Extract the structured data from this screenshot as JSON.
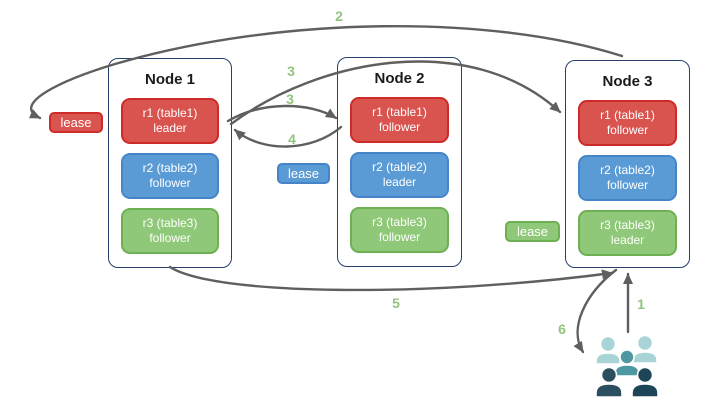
{
  "palette": {
    "red": {
      "fill": "#D9534F",
      "border": "#CD2B27"
    },
    "blue": {
      "fill": "#5B9BD5",
      "border": "#4585C7"
    },
    "green": {
      "fill": "#8FC878",
      "border": "#6FB054"
    },
    "node_border": "#27406B",
    "arrow": "#5F5F5F",
    "step_label": "#93C47D",
    "users_light": "#A9D4D6",
    "users_medium": "#4E98A1",
    "users_dark_left": "#2C4F60",
    "users_dark_right": "#1E4557"
  },
  "nodes": [
    {
      "title": "Node 1",
      "replicas": [
        {
          "name": "r1 (table1)",
          "role": "leader",
          "color": "red"
        },
        {
          "name": "r2 (table2)",
          "role": "follower",
          "color": "blue"
        },
        {
          "name": "r3 (table3)",
          "role": "follower",
          "color": "green"
        }
      ]
    },
    {
      "title": "Node 2",
      "replicas": [
        {
          "name": "r1 (table1)",
          "role": "follower",
          "color": "red"
        },
        {
          "name": "r2 (table2)",
          "role": "leader",
          "color": "blue"
        },
        {
          "name": "r3 (table3)",
          "role": "follower",
          "color": "green"
        }
      ]
    },
    {
      "title": "Node 3",
      "replicas": [
        {
          "name": "r1 (table1)",
          "role": "follower",
          "color": "red"
        },
        {
          "name": "r2 (table2)",
          "role": "follower",
          "color": "blue"
        },
        {
          "name": "r3 (table3)",
          "role": "leader",
          "color": "green"
        }
      ]
    }
  ],
  "leases": [
    {
      "label": "lease",
      "color": "red"
    },
    {
      "label": "lease",
      "color": "blue"
    },
    {
      "label": "lease",
      "color": "green"
    }
  ],
  "steps": {
    "s1": "1",
    "s2": "2",
    "s3a": "3",
    "s3b": "3",
    "s4": "4",
    "s5": "5",
    "s6": "6"
  },
  "edges": [
    {
      "step": "1",
      "from": "clients",
      "to": "node3-r3-leader"
    },
    {
      "step": "2",
      "from": "node3",
      "to": "lease-red"
    },
    {
      "step": "3",
      "from": "node1-r1-leader",
      "to": "node3-r1-follower"
    },
    {
      "step": "3",
      "from": "node1-r1-leader",
      "to": "node2-r1-follower"
    },
    {
      "step": "4",
      "from": "node2-r1-follower",
      "to": "node1-r1-leader"
    },
    {
      "step": "5",
      "from": "node1",
      "to": "node3"
    },
    {
      "step": "6",
      "from": "node3-r3-leader",
      "to": "clients"
    }
  ],
  "icons": {
    "clients": "users-group-icon"
  }
}
